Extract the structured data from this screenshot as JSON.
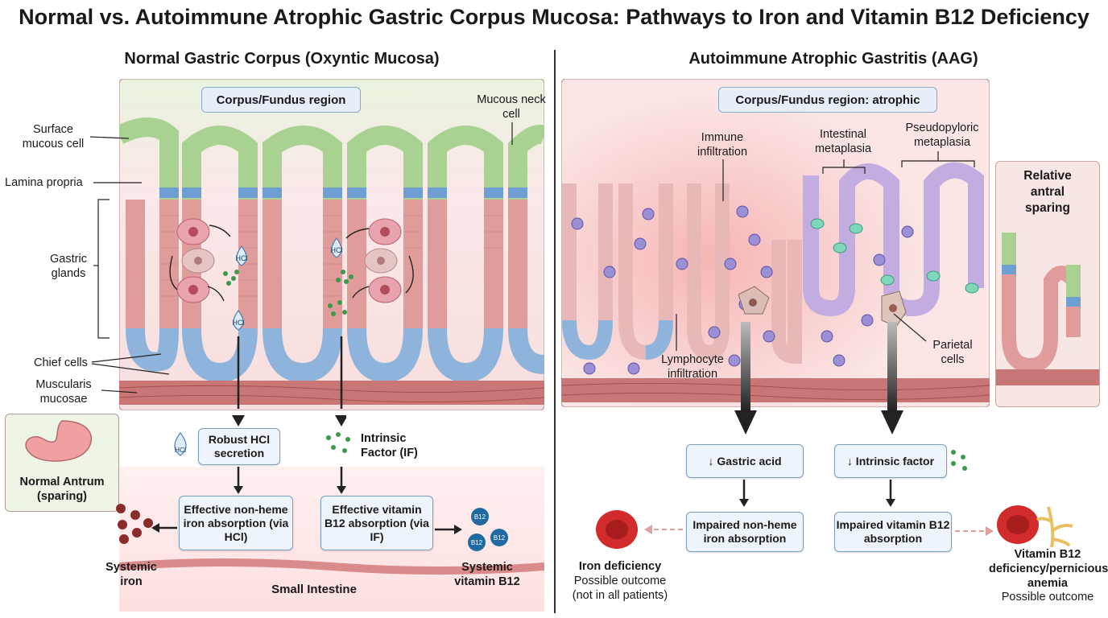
{
  "title": "Normal vs. Autoimmune Atrophic Gastric Corpus Mucosa: Pathways to Iron and Vitamin B12 Deficiency",
  "left": {
    "heading": "Normal Gastric Corpus (Oxyntic Mucosa)",
    "region": "Corpus/Fundus region",
    "labels": {
      "surface_mucous": "Surface mucous cell",
      "lamina_propria": "Lamina propria",
      "gastric_glands": "Gastric glands",
      "chief_cells": "Chief cells",
      "muscularis": "Muscularis mucosae",
      "mucous_neck": "Mucous neck cell"
    },
    "hcl": "HCl",
    "antrum": "Normal Antrum (sparing)",
    "box_hcl": "Robust HCl secretion",
    "if_label": "Intrinsic Factor (IF)",
    "box_iron": "Effective non-heme iron absorption (via HCl)",
    "box_b12": "Effective vitamin B12 absorption (via IF)",
    "b12": "B12",
    "systemic_iron": "Systemic iron",
    "systemic_b12": "Systemic vitamin B12",
    "small_intestine": "Small Intestine"
  },
  "right": {
    "heading": "Autoimmune Atrophic Gastritis (AAG)",
    "region": "Corpus/Fundus region: atrophic",
    "labels": {
      "immune": "Immune infiltration",
      "intestinal": "Intestinal metaplasia",
      "pseudopyloric": "Pseudopyloric metaplasia",
      "lymphocyte": "Lymphocyte infiltration",
      "parietal": "Parietal cells",
      "antral_sparing": "Relative antral sparing"
    },
    "box_acid": "↓ Gastric acid",
    "box_if": "↓ Intrinsic factor",
    "box_impaired_iron": "Impaired non-heme iron absorption",
    "box_impaired_b12": "Impaired vitamin B12 absorption",
    "iron_def_title": "Iron deficiency",
    "iron_def_sub": "Possible outcome (not in all patients)",
    "b12_def_title": "Vitamin B12 deficiency/pernicious anemia",
    "b12_def_sub": "Possible outcome"
  },
  "colors": {
    "mucosa_bg": "#f9e4e4",
    "surface_green": "#cfe8c0",
    "gland_pink": "#e4a0a0",
    "chief_blue": "#8fb4dc",
    "metaplasia_purple": "#c8b4e0",
    "muscle": "#c46a6a",
    "box_blue": "#eef4fb",
    "rbc": "#c62828"
  }
}
